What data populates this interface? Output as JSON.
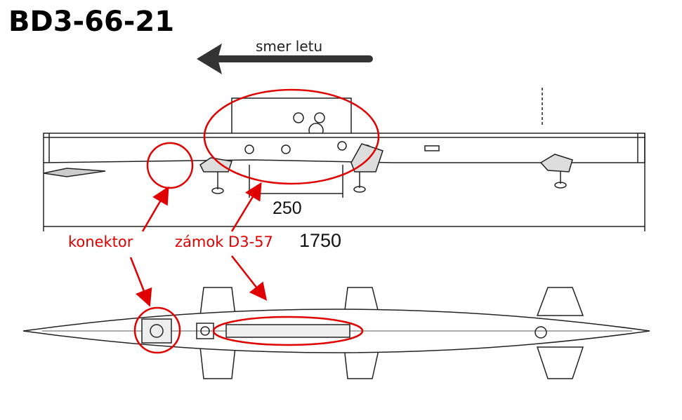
{
  "title": "BD3-66-21",
  "direction_label": "smer letu",
  "dimensions": {
    "short": "250",
    "total": "1750"
  },
  "callouts": {
    "connector": "konektor",
    "lock": "zámok D3-57"
  },
  "colors": {
    "annotation": "#e00000",
    "arrow": "#333333",
    "drawing": "#222222"
  }
}
